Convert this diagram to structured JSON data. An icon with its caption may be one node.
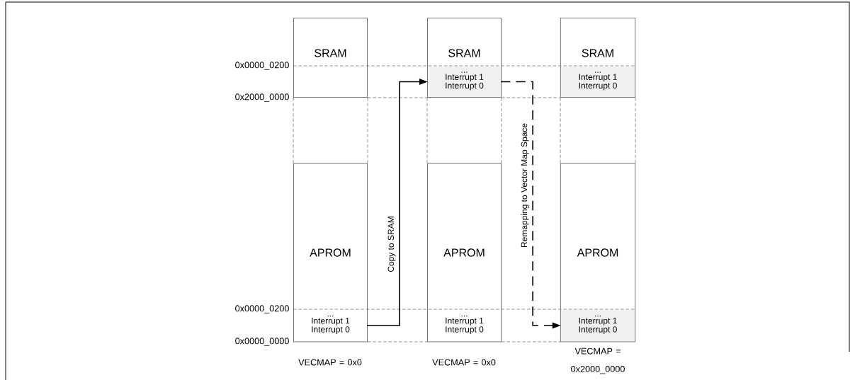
{
  "diagram": {
    "nodes": [
      {
        "text": [
          "SRAM"
        ]
      },
      {
        "text": [
          "APROM"
        ]
      },
      {
        "text": [
          "...",
          "Interrupt 1",
          "Interrupt 0"
        ],
        "in": 1
      },
      {
        "text": [
          "SRAM"
        ]
      },
      {
        "text": [
          "...",
          "Interrupt 1",
          "Interrupt 0"
        ],
        "in": 3
      },
      {
        "text": [
          "APROM"
        ]
      },
      {
        "text": [
          "...",
          "Interrupt 1",
          "Interrupt 0"
        ],
        "in": 5
      },
      {
        "text": [
          "SRAM"
        ]
      },
      {
        "text": [
          "...",
          "Interrupt 1",
          "Interrupt 0"
        ],
        "in": 7
      },
      {
        "text": [
          "APROM"
        ]
      },
      {
        "text": [
          "...",
          "Interrupt 1",
          "Interrupt 0"
        ],
        "in": 9
      }
    ],
    "edges": [
      {
        "from": 2,
        "to": 4,
        "arrow": "to",
        "label": "Copy to SRAM"
      },
      {
        "from": 4,
        "to": 10,
        "arrow": "to",
        "label": "Remapping to Vector Map Space",
        "style": "dashed"
      }
    ],
    "labels": [
      "0x0000_0200",
      "0x2000_0000",
      "0x0000_0200",
      "0x0000_0000",
      "VECMAP = 0x0",
      "VECMAP = 0x0",
      "VECMAP = 0x2000_0000"
    ]
  }
}
